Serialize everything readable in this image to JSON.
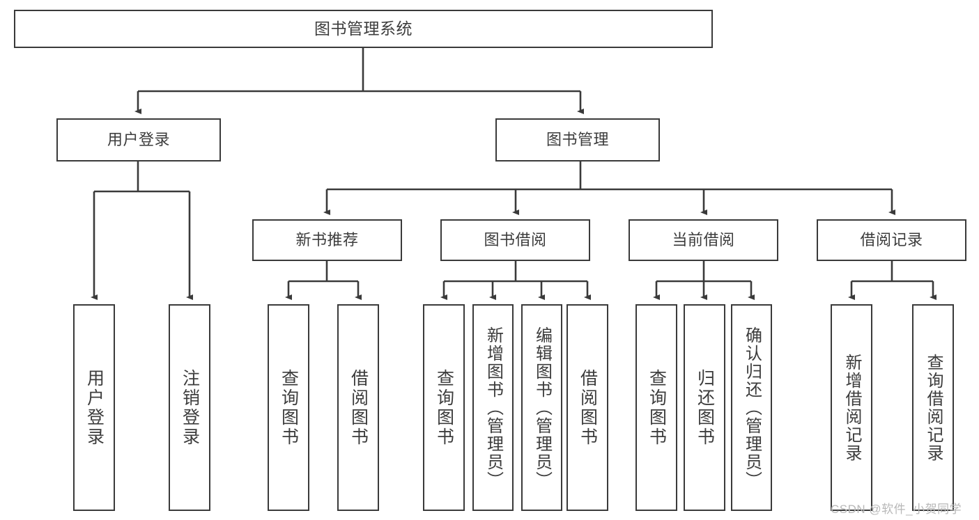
{
  "diagram": {
    "type": "tree-hierarchy",
    "title_node": "图书管理系统",
    "watermark": "CSDN @软件_小贺同学",
    "colors": {
      "box_border": "#3a3a3a",
      "box_fill": "#ffffff",
      "text": "#3c3c3c",
      "connector": "#3a3a3a",
      "watermark": "#b8b8b8"
    },
    "nodes": {
      "root": {
        "label": "图书管理系统"
      },
      "level2": [
        {
          "id": "user-login",
          "label": "用户登录"
        },
        {
          "id": "book-management",
          "label": "图书管理"
        }
      ],
      "level3": [
        {
          "id": "new-book-recommend",
          "label": "新书推荐"
        },
        {
          "id": "book-borrow",
          "label": "图书借阅"
        },
        {
          "id": "current-borrow",
          "label": "当前借阅"
        },
        {
          "id": "borrow-record",
          "label": "借阅记录"
        }
      ],
      "leaves": {
        "user_login": [
          {
            "id": "leaf-user-login",
            "label": "用户登录"
          },
          {
            "id": "leaf-logout-login",
            "label": "注销登录"
          }
        ],
        "new_book_recommend": [
          {
            "id": "leaf-query-book-1",
            "label": "查询图书"
          },
          {
            "id": "leaf-borrow-book-1",
            "label": "借阅图书"
          }
        ],
        "book_borrow": [
          {
            "id": "leaf-query-book-2",
            "label": "查询图书"
          },
          {
            "id": "leaf-add-book",
            "label": "新增图书（管理员）"
          },
          {
            "id": "leaf-edit-book",
            "label": "编辑图书（管理员）"
          },
          {
            "id": "leaf-borrow-book-2",
            "label": "借阅图书"
          }
        ],
        "current_borrow": [
          {
            "id": "leaf-query-book-3",
            "label": "查询图书"
          },
          {
            "id": "leaf-return-book",
            "label": "归还图书"
          },
          {
            "id": "leaf-confirm-return",
            "label": "确认归还（管理员）"
          }
        ],
        "borrow_record": [
          {
            "id": "leaf-add-borrow-record",
            "label": "新增借阅记录"
          },
          {
            "id": "leaf-query-borrow-record",
            "label": "查询借阅记录"
          }
        ]
      }
    }
  }
}
